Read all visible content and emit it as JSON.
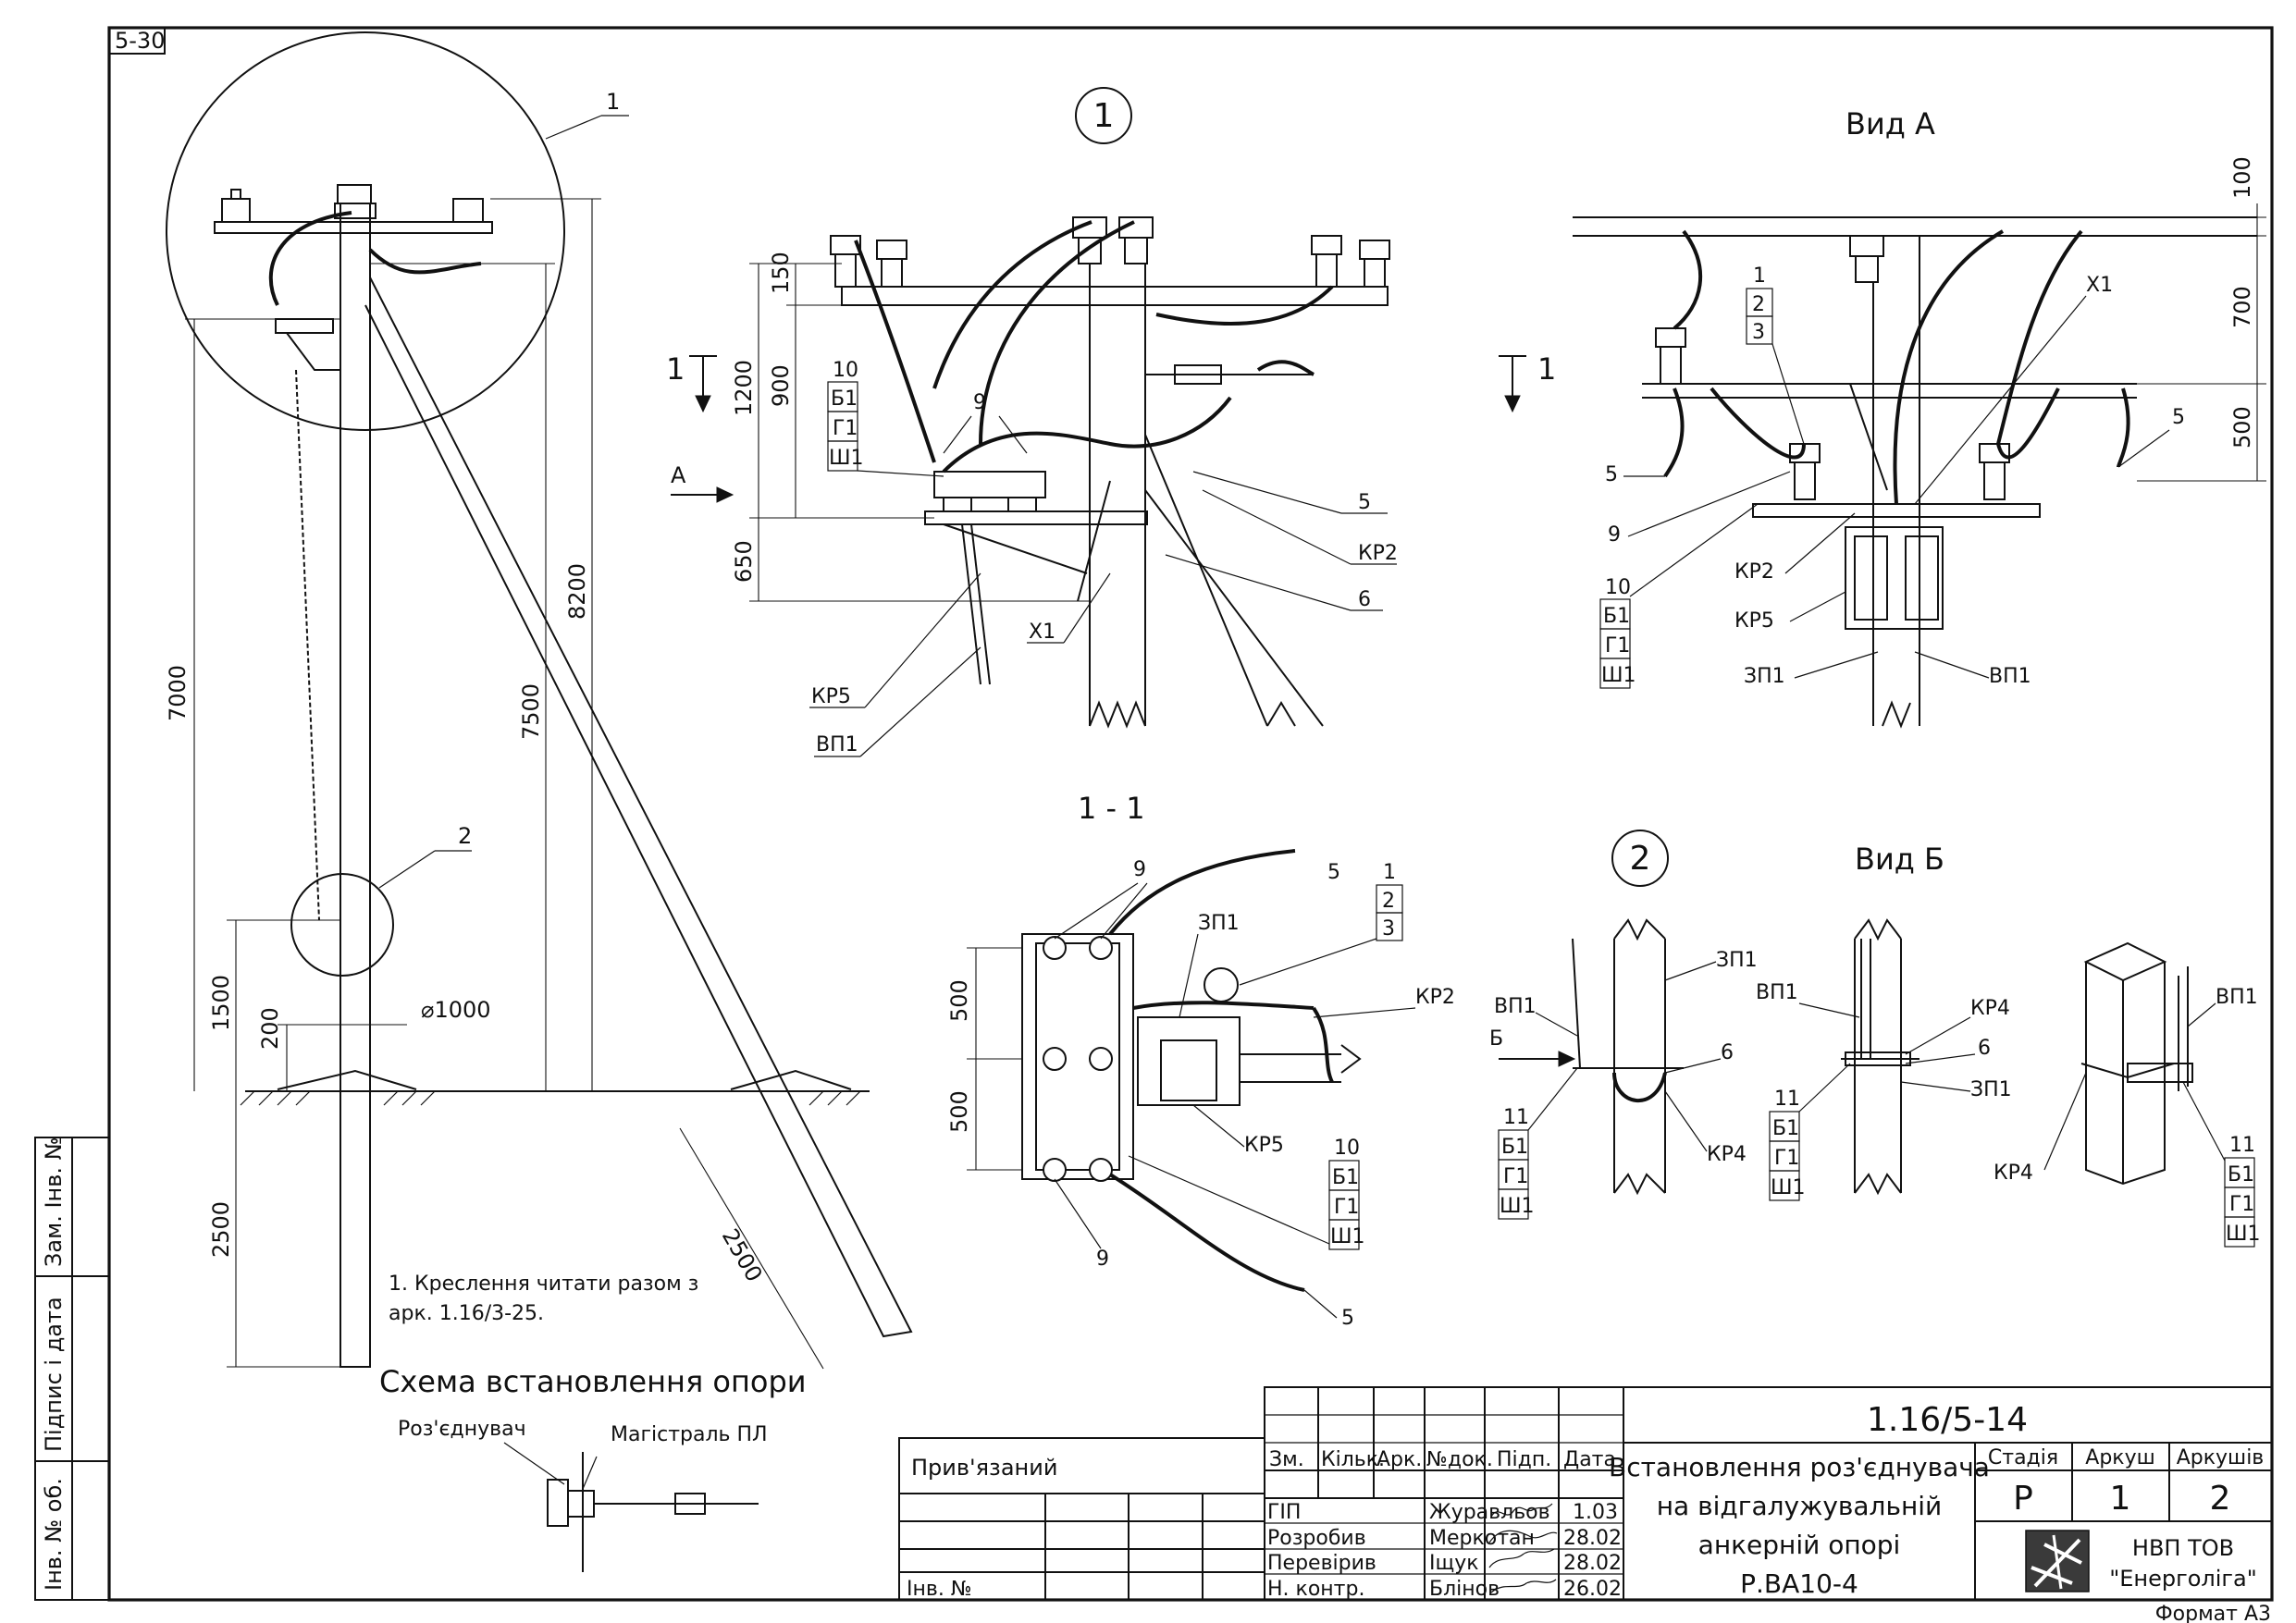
{
  "sheet": {
    "sheet_code": "5-30",
    "format": "Формат А3",
    "side_stamp": [
      "Інв. № об.",
      "Підпис і дата",
      "Зам. Інв. №"
    ]
  },
  "views": {
    "view1_marker": "1",
    "view2_marker": "2",
    "view_a_title": "Вид А",
    "view_b_title": "Вид Б",
    "section_title": "1 - 1",
    "arrow_a": "А",
    "arrow_b": "Б",
    "section_arrow": "1"
  },
  "dimensions": {
    "pole_7000": "7000",
    "pole_7500": "7500",
    "pole_8200": "8200",
    "pole_1500": "1500",
    "pole_200": "200",
    "pole_2500": "2500",
    "diameter": "⌀1000",
    "strut_2500": "2500",
    "v1_150": "150",
    "v1_900": "900",
    "v1_1200": "1200",
    "v1_650": "650",
    "va_100": "100",
    "va_700": "700",
    "va_500": "500",
    "s_500a": "500",
    "s_500b": "500"
  },
  "callouts": {
    "c1": "1",
    "c2": "2",
    "c3": "3",
    "c5": "5",
    "c6": "6",
    "c9": "9",
    "c10": "10",
    "c11": "11",
    "b1": "Б1",
    "g1": "Г1",
    "sh1": "Ш1",
    "kr2": "КР2",
    "kr4": "КР4",
    "kr5": "КР5",
    "x1": "Х1",
    "vp1": "ВП1",
    "zp1": "ЗП1"
  },
  "notes": {
    "note1_line1": "1. Креслення читати разом з",
    "note1_line2": "арк. 1.16/3-25."
  },
  "scheme": {
    "title": "Схема встановлення опори",
    "label_disconnector": "Роз'єднувач",
    "label_mainline": "Магістраль ПЛ"
  },
  "title_block": {
    "attached_label": "Прив'язаний",
    "inv_label": "Інв. №",
    "doc_code": "1.16/5-14",
    "title_lines": [
      "Встановлення роз'єднувача",
      "на відгалужувальній",
      "анкерній опорі",
      "Р.ВА10-4"
    ],
    "headers": [
      "Зм.",
      "Кільк.",
      "Арк.",
      "№док.",
      "Підп.",
      "Дата"
    ],
    "rows": [
      {
        "role": "ГІП",
        "name": "Журавльов",
        "date": "1.03"
      },
      {
        "role": "Розробив",
        "name": "Меркотан",
        "date": "28.02"
      },
      {
        "role": "Перевірив",
        "name": "Іщук",
        "date": "28.02"
      },
      {
        "role": "Н. контр.",
        "name": "Блінов",
        "date": "26.02"
      }
    ],
    "stage_label": "Стадія",
    "sheet_label": "Аркуш",
    "sheets_label": "Аркушів",
    "stage_value": "Р",
    "sheet_value": "1",
    "sheets_value": "2",
    "company_line1": "НВП ТОВ",
    "company_line2": "\"Енерголіга\""
  }
}
